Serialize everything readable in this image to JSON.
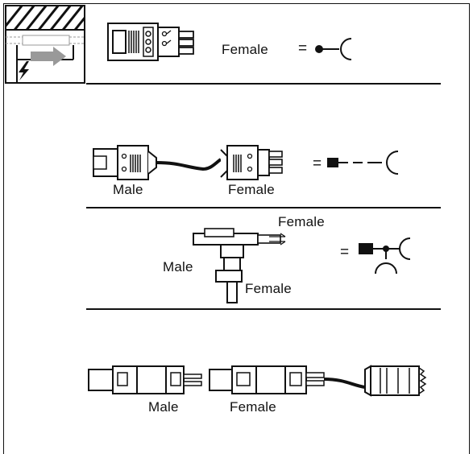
{
  "panel1": {
    "connector_label": "Female",
    "equals": "="
  },
  "panel2": {
    "left_label": "Male",
    "right_label": "Female",
    "equals": "="
  },
  "panel3": {
    "top_label": "Female",
    "left_label": "Male",
    "bottom_label": "Female",
    "equals": "="
  },
  "panel4": {
    "left_label": "Male",
    "right_label": "Female"
  },
  "icons": {
    "header": "hatched-block-arrow-lightning-icon",
    "symbol_female": "female-socket-symbol",
    "symbol_extension": "male-female-extension-symbol",
    "symbol_tee": "tee-splitter-symbol"
  }
}
